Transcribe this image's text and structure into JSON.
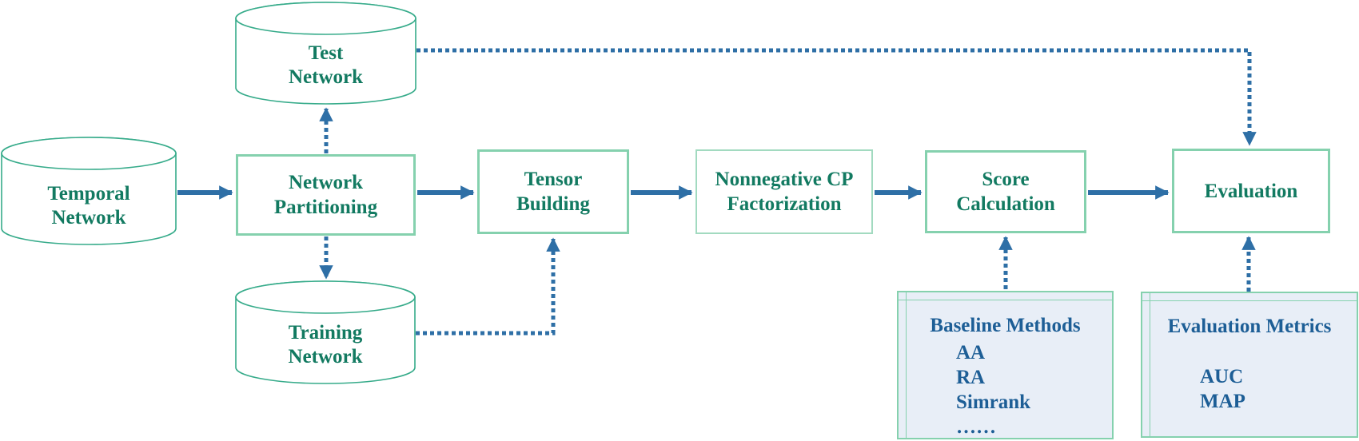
{
  "nodes": {
    "temporal": {
      "line1": "Temporal",
      "line2": "Network"
    },
    "test": {
      "line1": "Test",
      "line2": "Network"
    },
    "training": {
      "line1": "Training",
      "line2": "Network"
    },
    "partitioning": {
      "line1": "Network",
      "line2": "Partitioning"
    },
    "tensor": {
      "line1": "Tensor",
      "line2": "Building"
    },
    "cp": {
      "line1": "Nonnegative CP",
      "line2": "Factorization"
    },
    "score": {
      "line1": "Score",
      "line2": "Calculation"
    },
    "evaluation": {
      "label": "Evaluation"
    }
  },
  "panels": {
    "baseline": {
      "title": "Baseline Methods",
      "items": [
        "AA",
        "RA",
        "Simrank",
        "……"
      ]
    },
    "metrics": {
      "title": "Evaluation Metrics",
      "items": [
        "AUC",
        "MAP"
      ]
    }
  },
  "colors": {
    "node_text_green": "#127a61",
    "box_border_green": "#85d1ae",
    "cylinder_stroke_green": "#36ab8a",
    "arrow_blue": "#2e6fa6",
    "panel_fill_blue": "#e8eef7",
    "panel_text_blue": "#1d5e96"
  }
}
